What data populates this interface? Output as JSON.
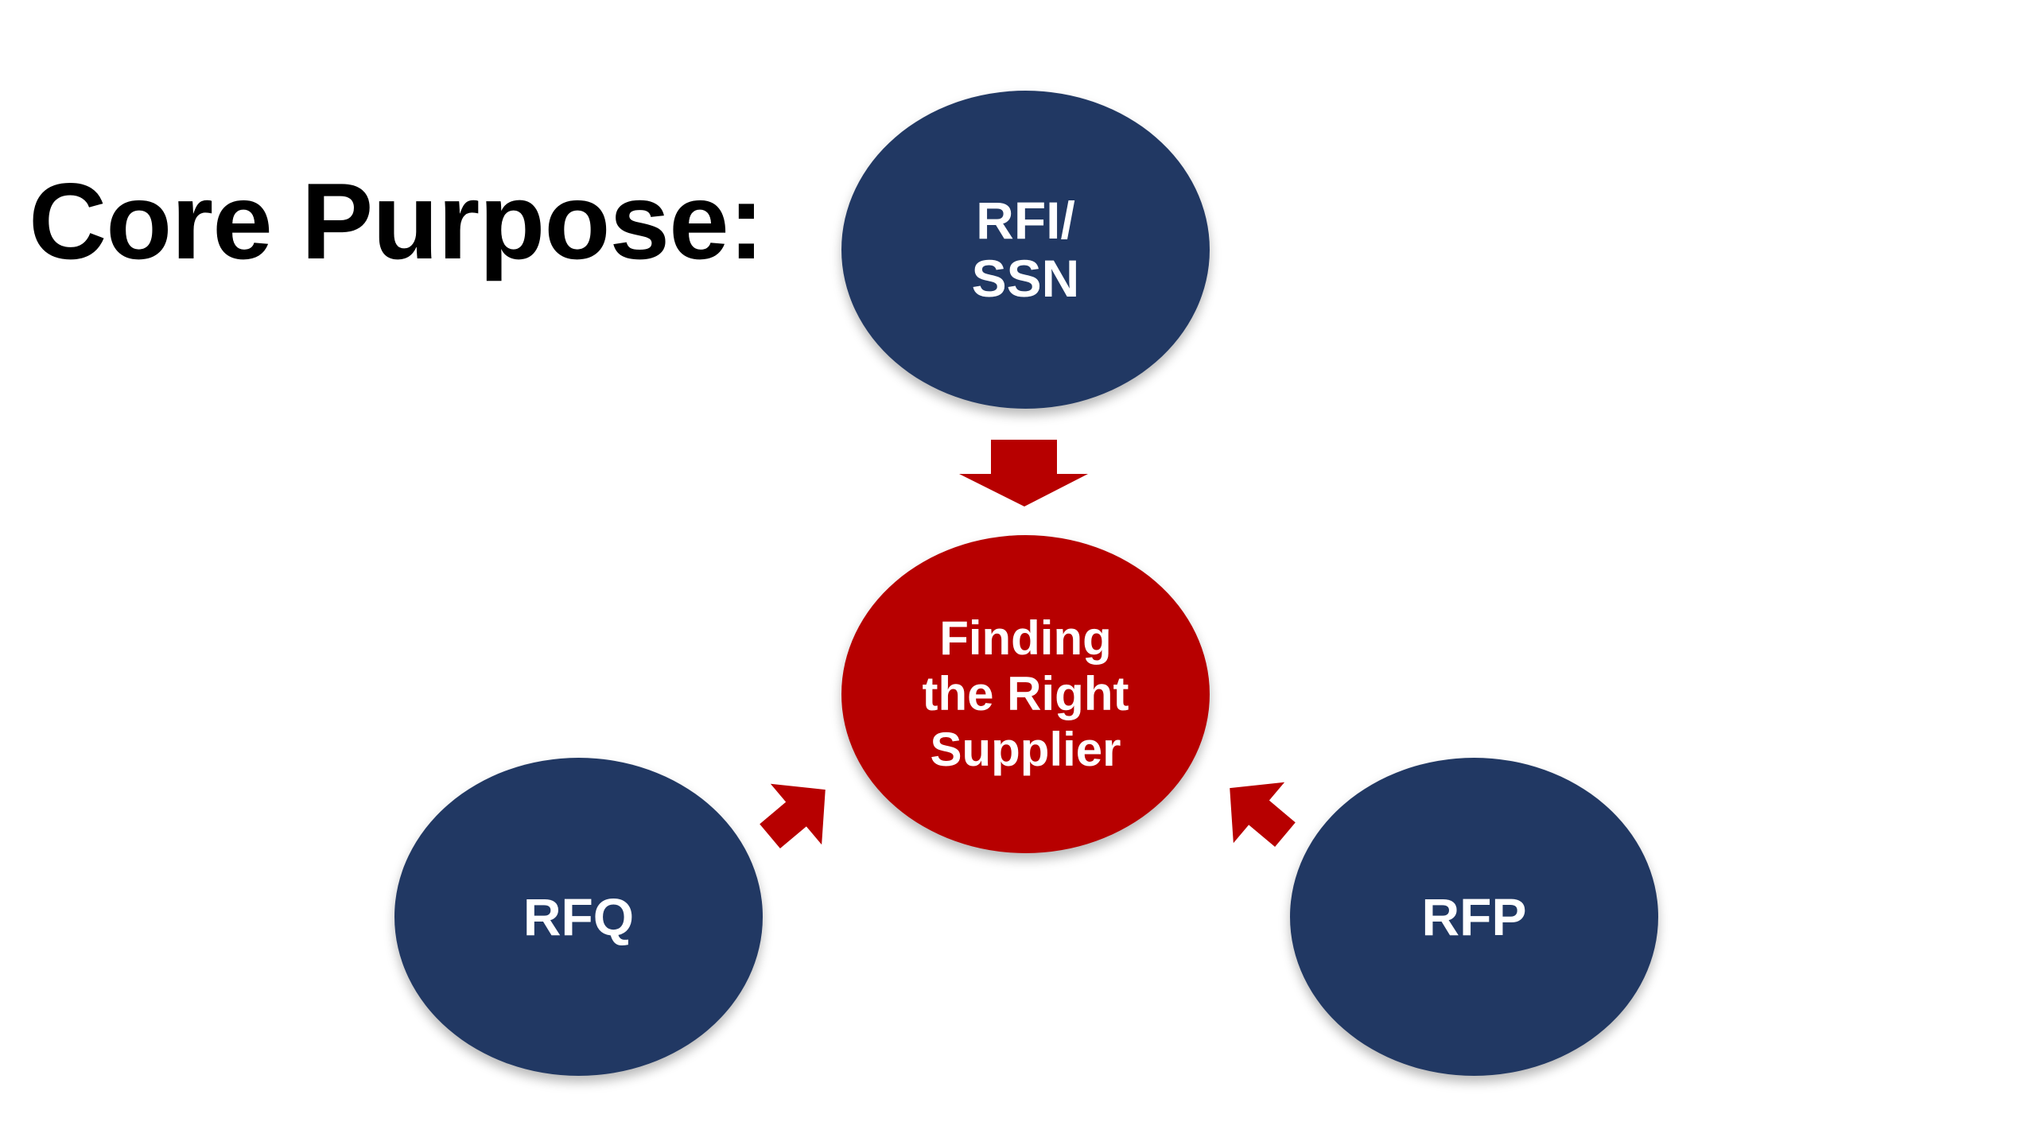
{
  "title": "Core Purpose:",
  "nodes": {
    "top": "RFI/\nSSN",
    "center": "Finding\nthe Right\nSupplier",
    "left": "RFQ",
    "right": "RFP"
  },
  "colors": {
    "blue": "#213863",
    "red": "#b70000",
    "text": "#000000"
  }
}
